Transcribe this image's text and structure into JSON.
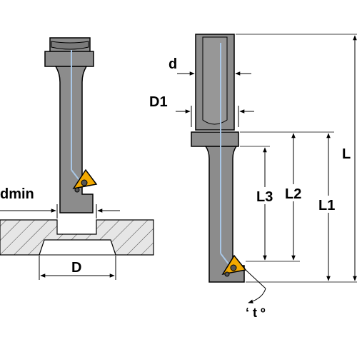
{
  "labels": {
    "d": "d",
    "D1": "D1",
    "dmin": "dmin",
    "D": "D",
    "L": "L",
    "L1": "L1",
    "L2": "L2",
    "L3": "L3",
    "angle": "‘ t º"
  },
  "colors": {
    "body": "#8c8c8c",
    "body_dark": "#6f6f6f",
    "coolant": "#a9c7e6",
    "insert": "#f2a900",
    "hatch_fill": "#dcdcdc",
    "line": "#000000"
  }
}
